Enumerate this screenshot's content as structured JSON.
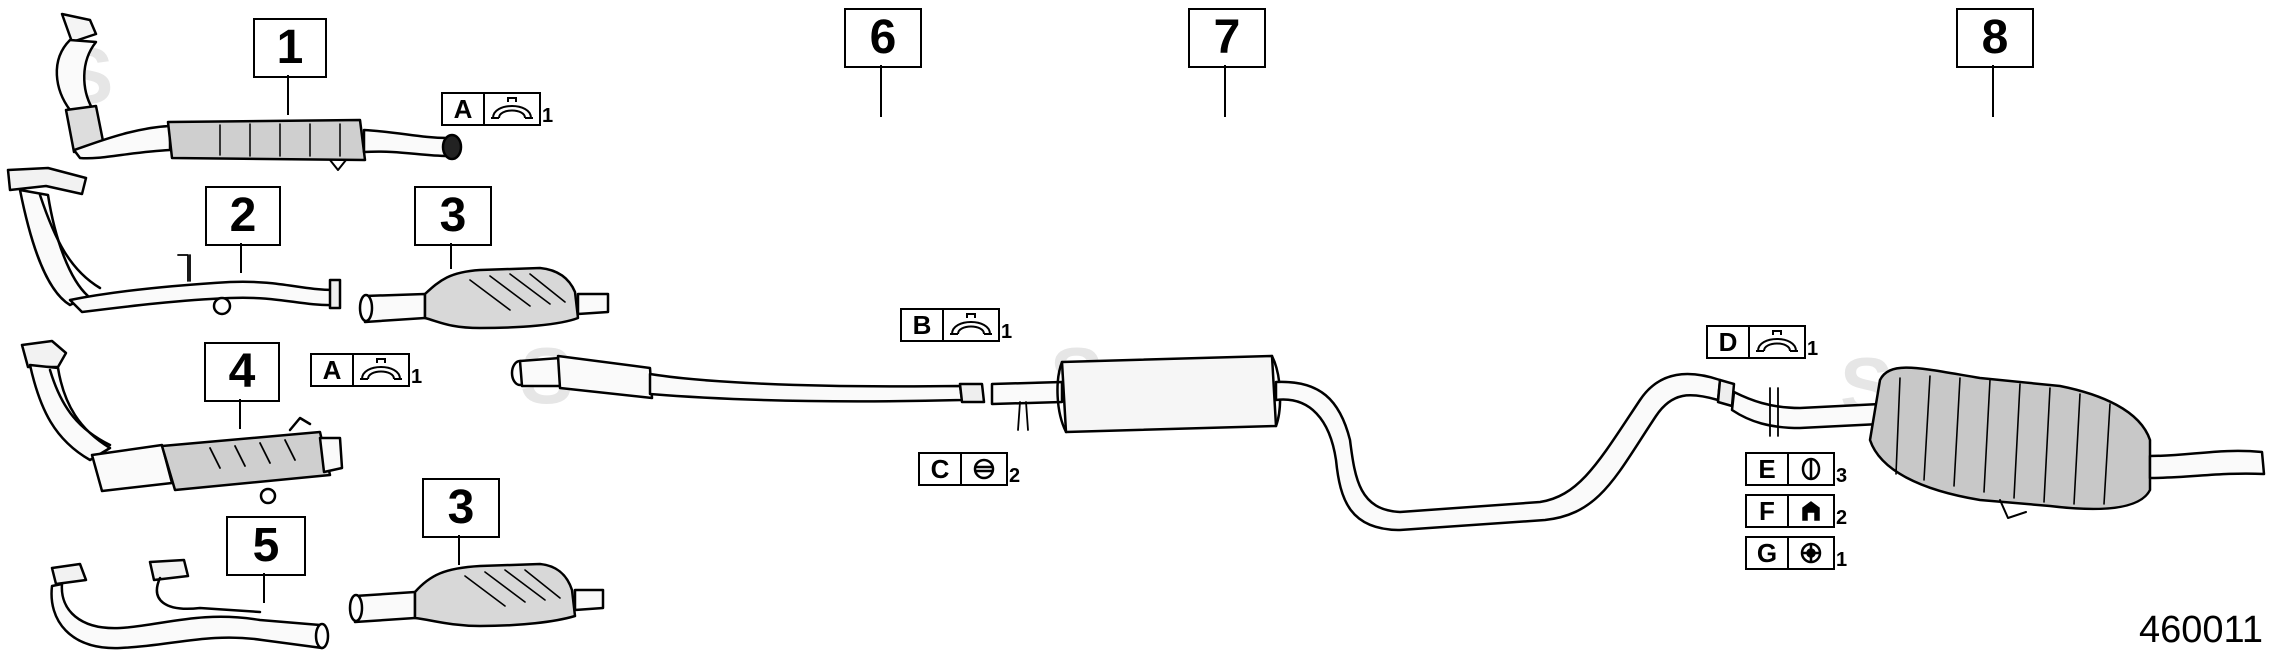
{
  "callouts": [
    {
      "id": "c1",
      "label": "1"
    },
    {
      "id": "c2",
      "label": "2"
    },
    {
      "id": "c3a",
      "label": "3"
    },
    {
      "id": "c4",
      "label": "4"
    },
    {
      "id": "c3b",
      "label": "3"
    },
    {
      "id": "c5",
      "label": "5"
    },
    {
      "id": "c6",
      "label": "6"
    },
    {
      "id": "c7",
      "label": "7"
    },
    {
      "id": "c8",
      "label": "8"
    }
  ],
  "hardware": [
    {
      "id": "hwA1",
      "letter": "A",
      "icon": "clamp-icon",
      "qty": "1"
    },
    {
      "id": "hwA2",
      "letter": "A",
      "icon": "clamp-icon",
      "qty": "1"
    },
    {
      "id": "hwB",
      "letter": "B",
      "icon": "clamp-icon",
      "qty": "1"
    },
    {
      "id": "hwC",
      "letter": "C",
      "icon": "rubber-ring-icon",
      "qty": "2"
    },
    {
      "id": "hwD",
      "letter": "D",
      "icon": "clamp-icon",
      "qty": "1"
    },
    {
      "id": "hwE",
      "letter": "E",
      "icon": "hanger-ring-icon",
      "qty": "3"
    },
    {
      "id": "hwF",
      "letter": "F",
      "icon": "bracket-icon",
      "qty": "2"
    },
    {
      "id": "hwG",
      "letter": "G",
      "icon": "nut-icon",
      "qty": "1"
    }
  ],
  "document_number": "460011"
}
